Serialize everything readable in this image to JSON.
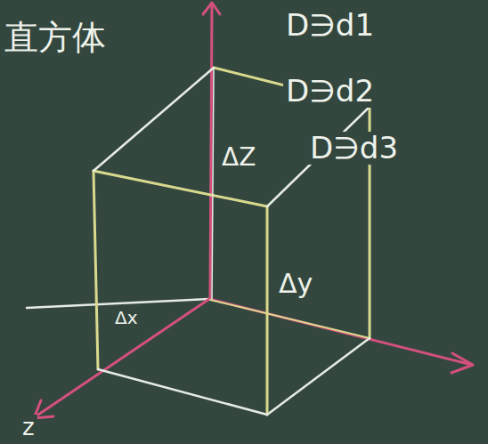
{
  "diagram": {
    "labels": [
      "直方体",
      "D∋d1",
      "D∋d2",
      "D∋d3",
      "ΔZ",
      "Δy",
      "Δx",
      "z"
    ]
  }
}
